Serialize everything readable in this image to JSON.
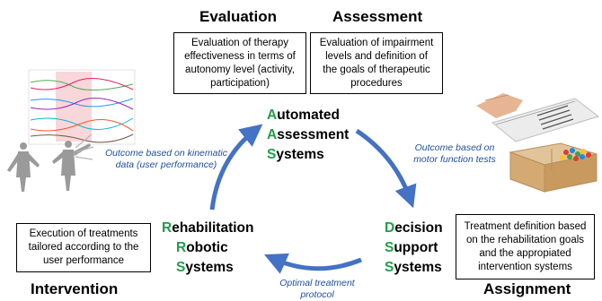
{
  "headings": {
    "evaluation": "Evaluation",
    "assessment": "Assessment",
    "intervention": "Intervention",
    "assignment": "Assignment"
  },
  "boxes": {
    "evaluation": "Evaluation of therapy\neffectiveness in terms of\nautonomy level (activity,\nparticipation)",
    "assessment": "Evaluation of impairment\nlevels and definition of\nthe goals of therapeutic\nprocedures",
    "intervention": "Execution of treatments\ntailored according to the\nuser performance",
    "assignment": "Treatment definition based\non the rehabilitation goals\nand the appropiated\nintervention systems"
  },
  "systems": {
    "automated": [
      {
        "first": "A",
        "rest": "utomated"
      },
      {
        "first": "A",
        "rest": "ssessment"
      },
      {
        "first": "S",
        "rest": "ystems"
      }
    ],
    "robotic": [
      {
        "first": "R",
        "rest": "ehabilitation"
      },
      {
        "first": "R",
        "rest": "obotic"
      },
      {
        "first": "S",
        "rest": "ystems"
      }
    ],
    "decision": [
      {
        "first": "D",
        "rest": "ecision"
      },
      {
        "first": "S",
        "rest": "upport"
      },
      {
        "first": "S",
        "rest": "ystems"
      }
    ]
  },
  "notes": {
    "kinematic": "Outcome based on kinematic\ndata (user performance)",
    "motor": "Outcome based on\nmotor function tests",
    "optimal": "Optimal treatment\nprotocol"
  },
  "colors": {
    "arrow": "#4472c4",
    "initial_letter": "#1f9e4a",
    "note_text": "#1f4e9a"
  }
}
